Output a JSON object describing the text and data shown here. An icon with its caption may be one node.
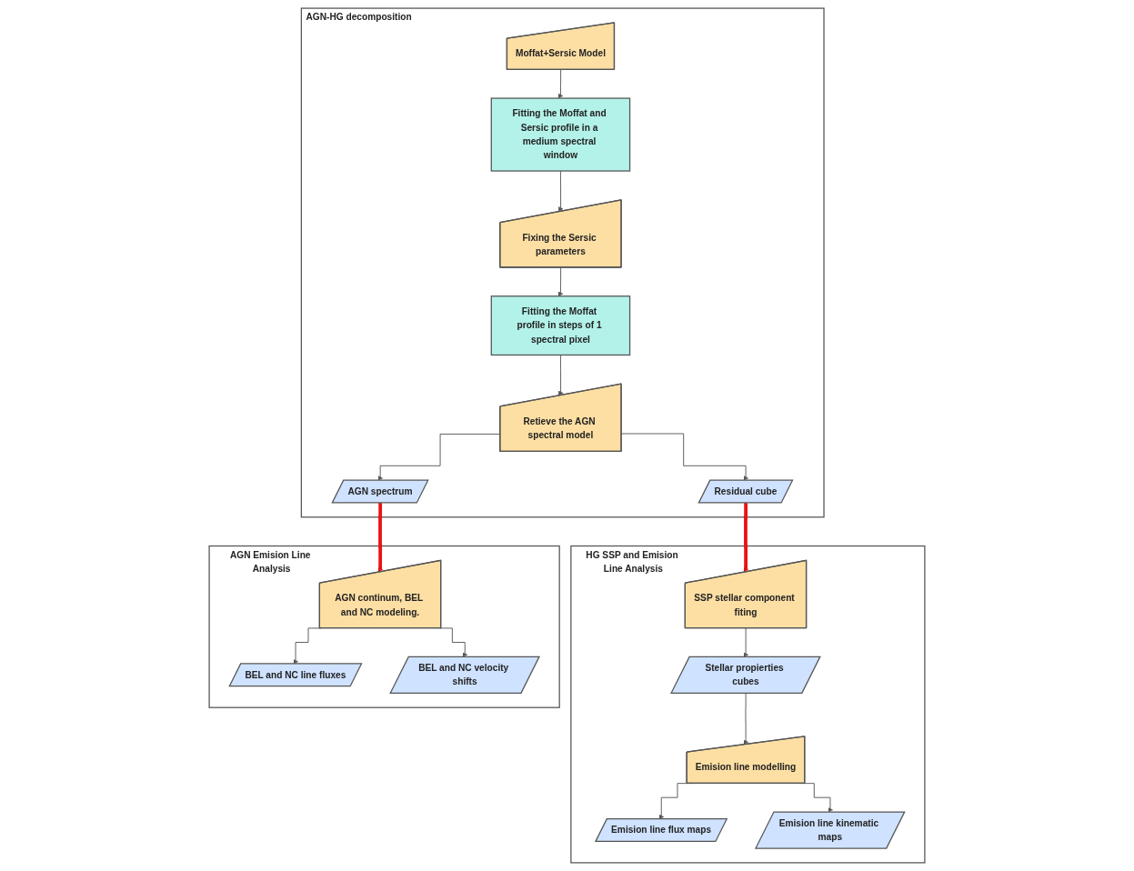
{
  "diagram": {
    "nodes": [
      {
        "text": [
          "AGN-HG decomposition"
        ]
      },
      {
        "text": [
          "Moffat+Sersic Model"
        ],
        "in": 0
      },
      {
        "text": [
          "Fitting the Moffat and Sersic profile in a medium spectral window"
        ],
        "in": 0
      },
      {
        "text": [
          "Fixing the Sersic parameters"
        ],
        "in": 0
      },
      {
        "text": [
          "Fitting the Moffat profile in steps of 1 spectral pixel"
        ],
        "in": 0
      },
      {
        "text": [
          "Retieve the AGN spectral model"
        ],
        "in": 0
      },
      {
        "text": [
          "AGN spectrum"
        ],
        "in": 0
      },
      {
        "text": [
          "Residual cube"
        ],
        "in": 0
      },
      {
        "text": [
          "HG SSP and Emision Line Analysis"
        ]
      },
      {
        "text": [
          "SSP stellar component fiting"
        ],
        "in": 8
      },
      {
        "text": [
          "Stellar propierties cubes"
        ],
        "in": 8
      },
      {
        "text": [
          "Emision line modelling"
        ],
        "in": 8
      },
      {
        "text": [
          "Emision line flux maps"
        ],
        "in": 8
      },
      {
        "text": [
          "Emision line kinematic maps"
        ],
        "in": 8
      },
      {
        "text": [
          "AGN Emision Line Analysis"
        ]
      },
      {
        "text": [
          "AGN continum, BEL and NC modeling."
        ],
        "in": 14
      },
      {
        "text": [
          "BEL and NC line fluxes"
        ],
        "in": 14
      },
      {
        "text": [
          "BEL and NC velocity shifts"
        ],
        "in": 14
      }
    ],
    "edges": [
      {
        "from": 1,
        "to": 2,
        "arrow": "to"
      },
      {
        "from": 2,
        "to": 3,
        "arrow": "to"
      },
      {
        "from": 3,
        "to": 4,
        "arrow": "to"
      },
      {
        "from": 4,
        "to": 5,
        "arrow": "to"
      },
      {
        "from": 5,
        "to": 6,
        "arrow": "to"
      },
      {
        "from": 5,
        "to": 7,
        "arrow": "to"
      },
      {
        "from": 7,
        "to": 9,
        "arrow": "to",
        "style": "thick",
        "color": "#e81313"
      },
      {
        "from": 6,
        "to": 15,
        "arrow": "to",
        "style": "thick",
        "color": "#e81313"
      },
      {
        "from": 9,
        "to": 10,
        "arrow": "to"
      },
      {
        "from": 10,
        "to": 11,
        "arrow": "to"
      },
      {
        "from": 11,
        "to": 12,
        "arrow": "to"
      },
      {
        "from": 11,
        "to": 13,
        "arrow": "to"
      },
      {
        "from": 15,
        "to": 16,
        "arrow": "to"
      },
      {
        "from": 15,
        "to": 17,
        "arrow": "to"
      }
    ]
  }
}
